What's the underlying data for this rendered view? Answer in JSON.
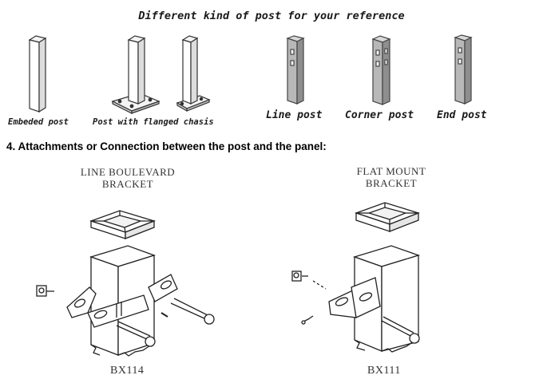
{
  "title": "Different kind of post for your reference",
  "posts": {
    "embedded_caption": "Embeded post",
    "flanged_caption": "Post with flanged chasis",
    "line_caption": "Line post",
    "corner_caption": "Corner post",
    "end_caption": "End post"
  },
  "section_heading": "4. Attachments or Connection between the post and the panel:",
  "brackets": {
    "left": {
      "title_line1": "LINE BOULEVARD",
      "title_line2": "BRACKET",
      "code": "BX114"
    },
    "right": {
      "title_line1": "FLAT MOUNT",
      "title_line2": "BRACKET",
      "code": "BX111"
    }
  }
}
